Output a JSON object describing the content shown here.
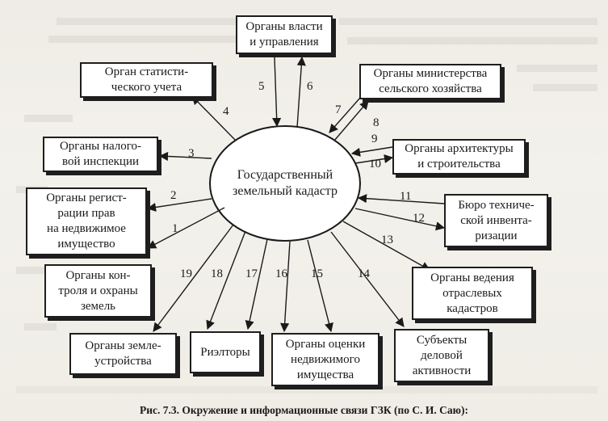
{
  "center": {
    "label": "Государственный\nземельный кадастр"
  },
  "boxes": {
    "vlast": "Органы власти\nи управления",
    "stat": "Орган статисти-\nческого учета",
    "minsel": "Органы министерства\nсельского хозяйства",
    "nalog": "Органы налого-\nвой инспекции",
    "arch": "Органы архитектуры\nи строительства",
    "registr": "Органы регист-\nрации прав\nна недвижимое\nимущество",
    "bti": "Бюро техниче-\nской инвента-\nризации",
    "kontrol": "Органы кон-\nтроля и охраны\nземель",
    "otrasl": "Органы ведения\nотраслевых\nкадастров",
    "zemleustr": "Органы земле-\nустройства",
    "rieltory": "Риэлторы",
    "ocenka": "Органы оценки\nнедвижимого\nимущества",
    "subekty": "Субъекты\nделовой\nактивности"
  },
  "link_numbers": [
    "1",
    "2",
    "3",
    "4",
    "5",
    "6",
    "7",
    "8",
    "9",
    "10",
    "11",
    "12",
    "13",
    "14",
    "15",
    "16",
    "17",
    "18",
    "19"
  ],
  "caption": "Рис. 7.3. Окружение и информационные связи ГЗК (по С. И. Саю):"
}
